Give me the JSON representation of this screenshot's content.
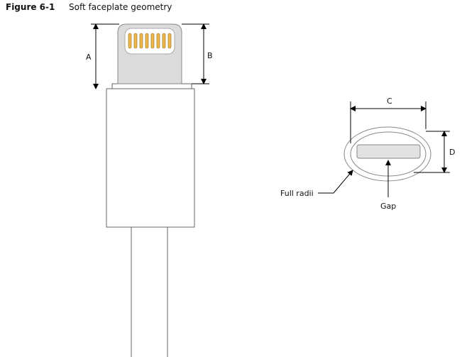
{
  "figure": {
    "number": "Figure 6-1",
    "title": "Soft faceplate geometry"
  },
  "labels": {
    "a": "A",
    "b": "B",
    "c": "C",
    "d": "D",
    "full_radii": "Full radii",
    "gap": "Gap"
  },
  "colors": {
    "pin": "#f2b84b",
    "plug": "#dcdcdc",
    "line": "#555555"
  }
}
